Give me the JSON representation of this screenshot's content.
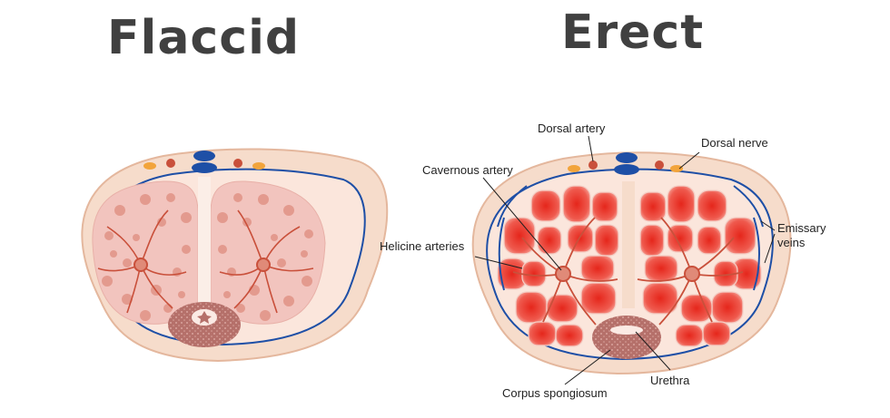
{
  "titles": {
    "left": "Flaccid",
    "right": "Erect"
  },
  "labels": {
    "dorsal_artery": "Dorsal artery",
    "dorsal_nerve": "Dorsal nerve",
    "cavernous_artery": "Cavernous artery",
    "helicine_arteries": "Helicine arteries",
    "emissary_veins": "Emissary\nveins",
    "emissary_veins_line1": "Emissary",
    "emissary_veins_line2": "veins",
    "corpus_spongiosum": "Corpus spongiosum",
    "urethra": "Urethra"
  },
  "colors": {
    "skin": "#f6dccb",
    "skin_outline": "#e4b79d",
    "tunica": "#fbe6dc",
    "flaccid_tissue": "#f2c4be",
    "flaccid_sinus": "#e39a8e",
    "erect_sinus": "#e8382c",
    "artery": "#c9503b",
    "vein": "#1e4fa6",
    "nerve": "#f2a43b",
    "spongiosum": "#b5706a"
  }
}
